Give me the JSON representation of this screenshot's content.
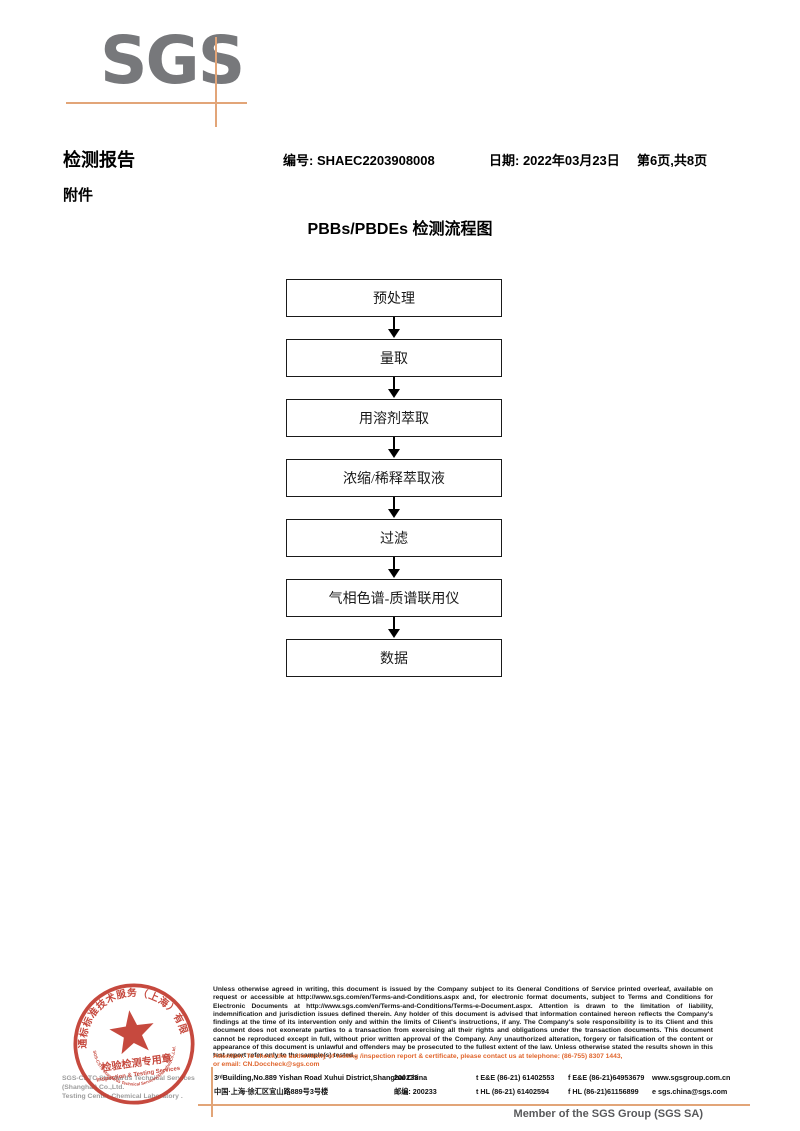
{
  "logo": {
    "text": "SGS"
  },
  "header": {
    "report_title": "检测报告",
    "report_no": "编号: SHAEC2203908008",
    "date": "日期: 2022年03月23日",
    "page_info": "第6页,共8页",
    "attachment": "附件"
  },
  "flowchart": {
    "title": "PBBs/PBDEs 检测流程图",
    "steps": [
      "预处理",
      "量取",
      "用溶剂萃取",
      "浓缩/稀释萃取液",
      "过滤",
      "气相色谱-质谱联用仪",
      "数据"
    ]
  },
  "stamp": {
    "ring_text": "通标标准技术服务（上海）有限公司",
    "bottom_arc_text": "SGS-CSTC Standards Technical Services(Shanghai)Co.,Ltd.",
    "center_line1": "检验检测专用章",
    "center_line2": "Inspection & Testing Services",
    "company_gray_line1": "SGS-CSTC Standards Technical Services (Shanghai) Co.,Ltd.",
    "company_gray_line2": "Testing Center-Chemical Laboratory ."
  },
  "footer": {
    "legal_text": "Unless otherwise agreed in writing, this document is issued by the Company subject to its General Conditions of Service printed overleaf, available on request or accessible at http://www.sgs.com/en/Terms-and-Conditions.aspx and, for electronic format documents, subject to Terms and Conditions for Electronic Documents at http://www.sgs.com/en/Terms-and-Conditions/Terms-e-Document.aspx. Attention is drawn to the limitation of liability, indemnification and jurisdiction issues defined therein. Any holder of this document is advised that information contained hereon reflects the Company's findings at the time of its intervention only and within the limits of Client's instructions, if any. The Company's sole responsibility is to its Client and this document does not exonerate parties to a transaction from exercising all their rights and obligations under the transaction documents. This document cannot be reproduced except in full, without prior written approval of the Company. Any unauthorized alteration, forgery or falsification of the content or appearance of this document is unlawful and offenders may be prosecuted to the fullest extent of the law. Unless otherwise stated the results shown in this test report refer only to the sample(s) tested .",
    "attention_line1": "Attention: To check the authenticity of testing /inspection report & certificate, please contact us at telephone: (86-755) 8307 1443,",
    "attention_line2": "or email: CN.Doccheck@sgs.com",
    "address_en": "3ʳᵈBuilding,No.889 Yishan Road Xuhui District,Shanghai China",
    "postcode_en": "200233",
    "address_cn": "中国·上海·徐汇区宜山路889号3号楼",
    "postcode_cn": "邮编: 200233",
    "tel1": "t E&E (86-21) 61402553",
    "fax1": "f E&E (86-21)64953679",
    "web": "www.sgsgroup.com.cn",
    "tel2": "t HL (86-21) 61402594",
    "fax2": "f HL (86-21)61156899",
    "email": "e sgs.china@sgs.com",
    "member_text": "Member of the SGS Group (SGS SA)"
  },
  "colors": {
    "accent_orange": "#e2a578",
    "logo_gray": "#77787b",
    "stamp_red": "#c23a2e",
    "attention_orange": "#e0672f"
  }
}
